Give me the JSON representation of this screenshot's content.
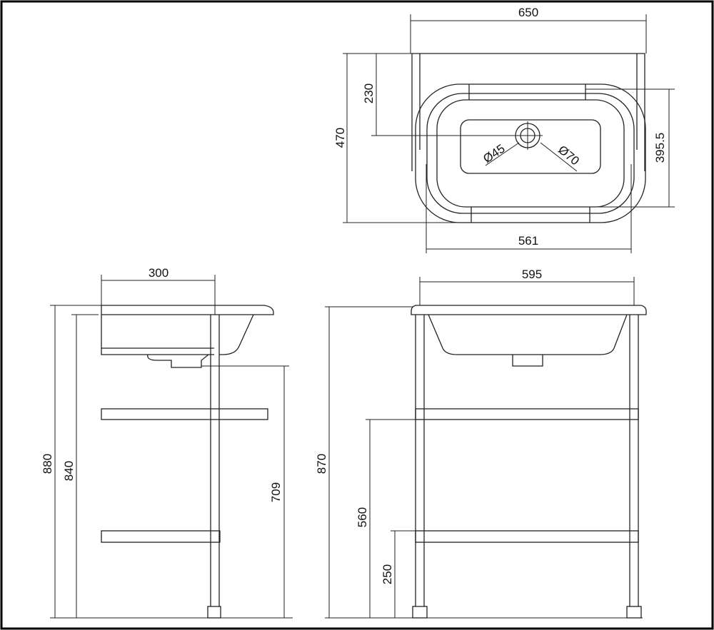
{
  "top_view": {
    "width_overall": "650",
    "depth_overall": "470",
    "tap_to_waste": "230",
    "bowl_depth": "395.5",
    "bowl_width": "561",
    "waste_diameter": "Ø45",
    "waste_outer_diameter": "Ø70"
  },
  "side_view": {
    "depth": "300",
    "height_overall": "880",
    "height_rim": "840",
    "height_waste": "709"
  },
  "front_view": {
    "width": "595",
    "height": "870",
    "shelf_upper": "560",
    "shelf_lower": "250"
  },
  "colors": {
    "line": "#222222",
    "background": "#ffffff"
  }
}
